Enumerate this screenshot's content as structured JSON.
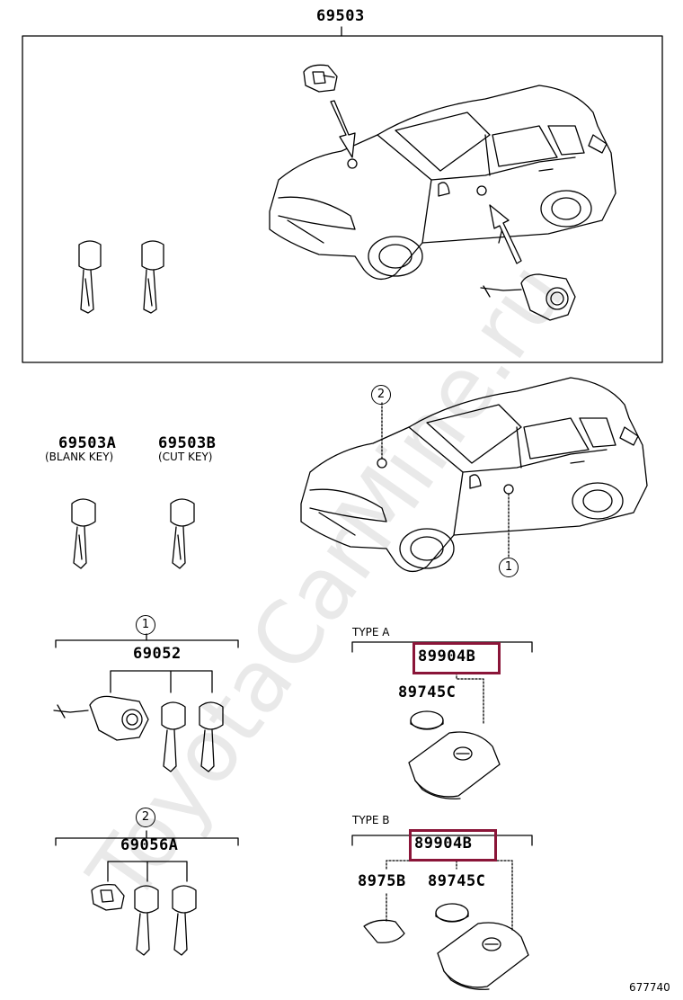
{
  "groups": {
    "assembly": {
      "part": "69503"
    },
    "blank_key": {
      "part": "69503A",
      "desc": "(BLANK KEY)"
    },
    "cut_key": {
      "part": "69503B",
      "desc": "(CUT KEY)"
    },
    "cylinder_set": {
      "ref": "1",
      "part": "69052"
    },
    "cylinder_set_b": {
      "ref": "2",
      "part": "69056A"
    },
    "type_a": {
      "label": "TYPE  A",
      "transmitter": "89904B",
      "battery": "89745C"
    },
    "type_b": {
      "label": "TYPE  B",
      "transmitter": "89904B",
      "cover": "8975B",
      "battery": "89745C"
    }
  },
  "car_callouts": {
    "front": "2",
    "door": "1"
  },
  "diagram_id": "677740",
  "watermark": "ToyotaCarMine.ru",
  "colors": {
    "highlight": "#8a1538",
    "line": "#000000",
    "watermark": "#e6e6e6"
  }
}
